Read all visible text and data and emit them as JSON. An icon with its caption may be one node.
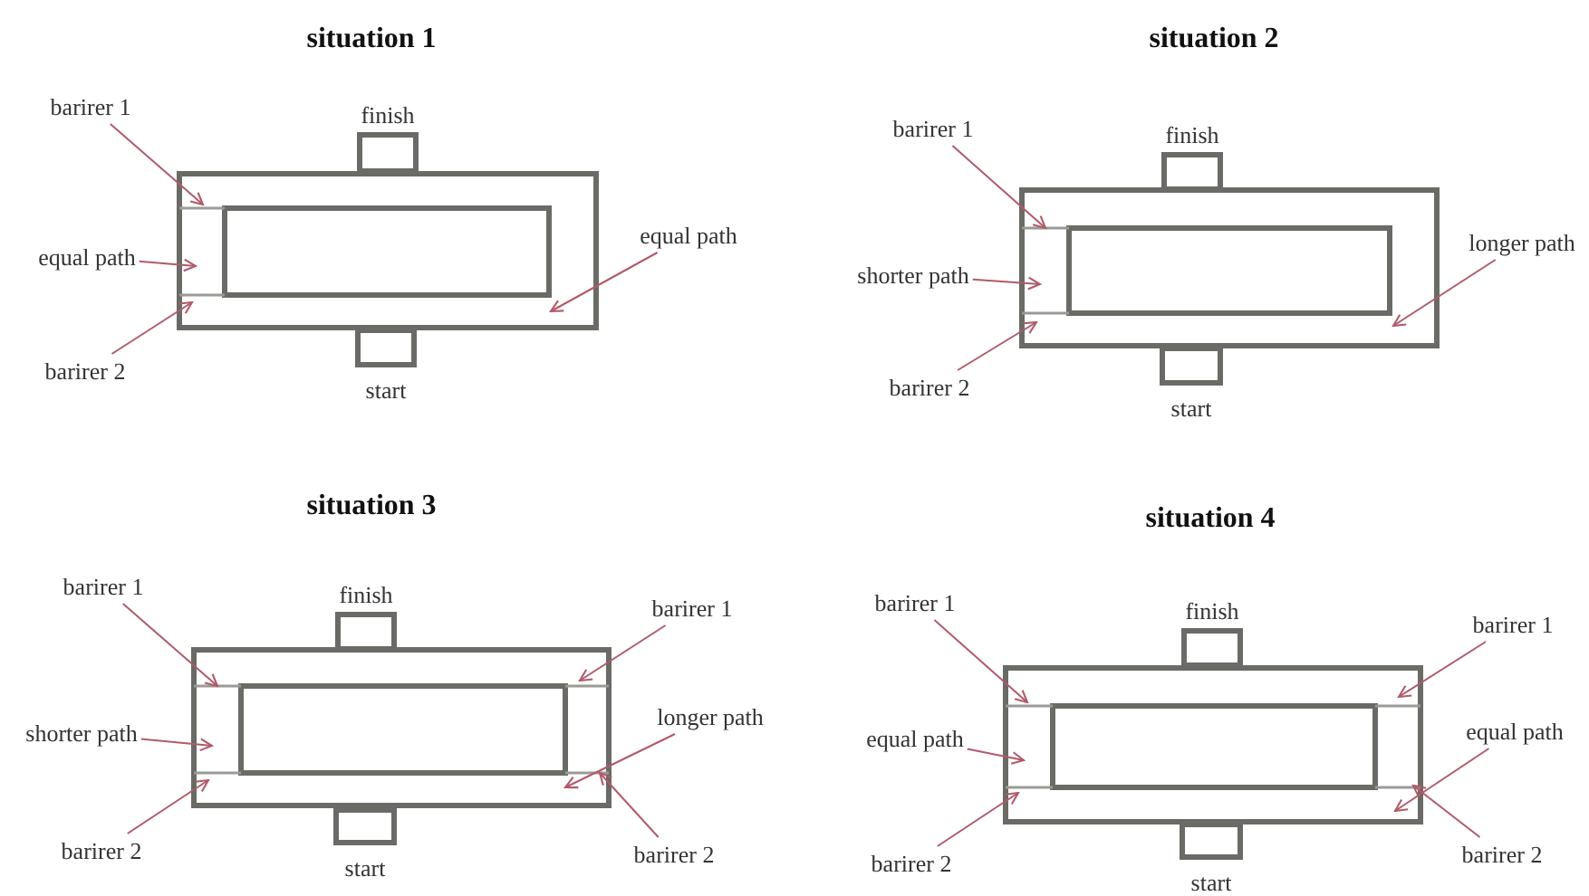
{
  "diagram": {
    "nodes": [
      {
        "text": [
          "barirer 1"
        ]
      },
      {
        "text": [
          "finish"
        ]
      },
      {
        "text": [
          "equal path"
        ]
      },
      {
        "text": [
          "equal path"
        ]
      },
      {
        "text": [
          "barirer 2"
        ]
      },
      {
        "text": [
          "start"
        ]
      },
      {
        "text": [
          "barirer 1"
        ]
      },
      {
        "text": [
          "finish"
        ]
      },
      {
        "text": [
          "shorter path"
        ]
      },
      {
        "text": [
          "longer path"
        ]
      },
      {
        "text": [
          "barirer 2"
        ]
      },
      {
        "text": [
          "start"
        ]
      },
      {
        "text": [
          "barirer 1"
        ]
      },
      {
        "text": [
          "finish"
        ]
      },
      {
        "text": [
          "barirer 1"
        ]
      },
      {
        "text": [
          "shorter path"
        ]
      },
      {
        "text": [
          "longer path"
        ]
      },
      {
        "text": [
          "barirer 2"
        ]
      },
      {
        "text": [
          "start"
        ]
      },
      {
        "text": [
          "barirer 2"
        ]
      },
      {
        "text": [
          "barirer 1"
        ]
      },
      {
        "text": [
          "finish"
        ]
      },
      {
        "text": [
          "barirer 1"
        ]
      },
      {
        "text": [
          "equal path"
        ]
      },
      {
        "text": [
          "equal path"
        ]
      },
      {
        "text": [
          "barirer 2"
        ]
      },
      {
        "text": [
          "start"
        ]
      },
      {
        "text": [
          "barirer 2"
        ]
      }
    ],
    "edges": [
      {
        "from": 0,
        "to": null,
        "arrow": "to"
      },
      {
        "from": 2,
        "to": null,
        "arrow": "to"
      },
      {
        "from": 3,
        "to": null,
        "arrow": "to"
      },
      {
        "from": 4,
        "to": null,
        "arrow": "to"
      },
      {
        "from": 6,
        "to": null,
        "arrow": "to"
      },
      {
        "from": 8,
        "to": null,
        "arrow": "to"
      },
      {
        "from": 9,
        "to": null,
        "arrow": "to"
      },
      {
        "from": 10,
        "to": null,
        "arrow": "to"
      },
      {
        "from": 12,
        "to": null,
        "arrow": "to"
      },
      {
        "from": 14,
        "to": null,
        "arrow": "to"
      },
      {
        "from": 15,
        "to": null,
        "arrow": "to"
      },
      {
        "from": 16,
        "to": null,
        "arrow": "to"
      },
      {
        "from": 17,
        "to": null,
        "arrow": "to"
      },
      {
        "from": 19,
        "to": null,
        "arrow": "to"
      },
      {
        "from": 20,
        "to": null,
        "arrow": "to"
      },
      {
        "from": 22,
        "to": null,
        "arrow": "to"
      },
      {
        "from": 23,
        "to": null,
        "arrow": "to"
      },
      {
        "from": 24,
        "to": null,
        "arrow": "to"
      },
      {
        "from": 25,
        "to": null,
        "arrow": "to"
      },
      {
        "from": 27,
        "to": null,
        "arrow": "to"
      }
    ],
    "labels": [
      "situation 1",
      "situation 2",
      "situation 3",
      "situation 4"
    ]
  }
}
